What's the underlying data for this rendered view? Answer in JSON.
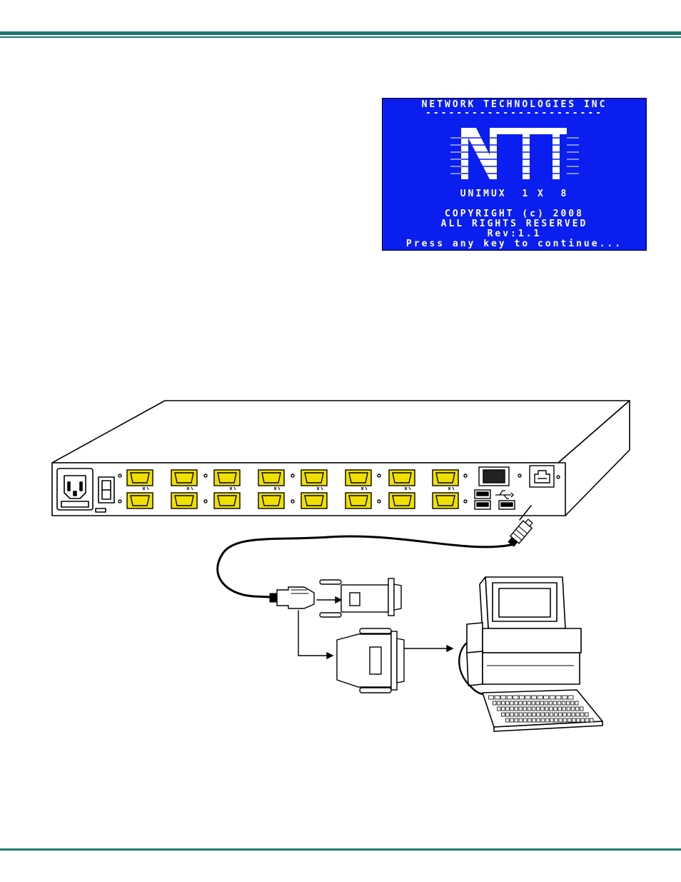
{
  "splash": {
    "company": "NETWORK TECHNOLOGIES INC",
    "divider": "-----------------------",
    "logo_text": "NTI",
    "product": "UNIMUX  1 X  8",
    "copyright": "COPYRIGHT (c) 2008",
    "rights": "ALL RIGHTS RESERVED",
    "revision": "Rev:1.1",
    "prompt": "Press any key to continue...",
    "colors": {
      "background": "#0a1ef0",
      "text": "#ffffff"
    }
  },
  "colors": {
    "rule": "#1f7a6e",
    "port_fill": "#f0e000"
  }
}
